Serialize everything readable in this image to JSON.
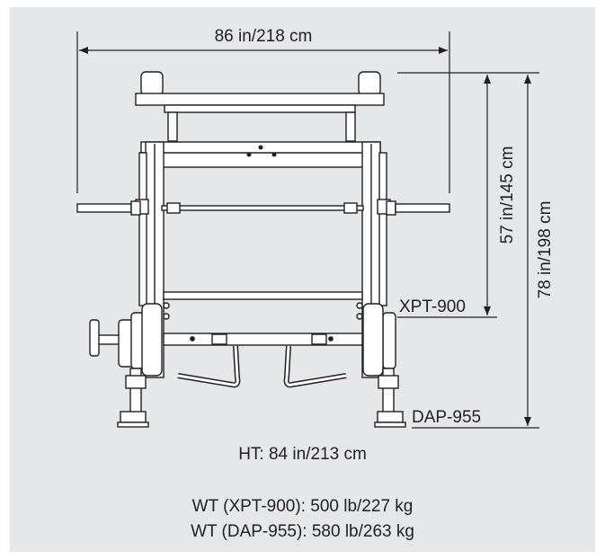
{
  "dimensions": {
    "width_label": "86 in/218 cm",
    "upper_height_label": "57 in/145 cm",
    "total_height_label": "78 in/198 cm",
    "upper_model_label": "XPT-900",
    "lower_model_label": "DAP-955"
  },
  "specs": {
    "height": "HT: 84 in/213 cm",
    "weight_xpt": "WT (XPT-900): 500 lb/227 kg",
    "weight_dap": "WT (DAP-955): 580 lb/263 kg"
  },
  "colors": {
    "background": "#e6e7e8",
    "line": "#231f20"
  }
}
